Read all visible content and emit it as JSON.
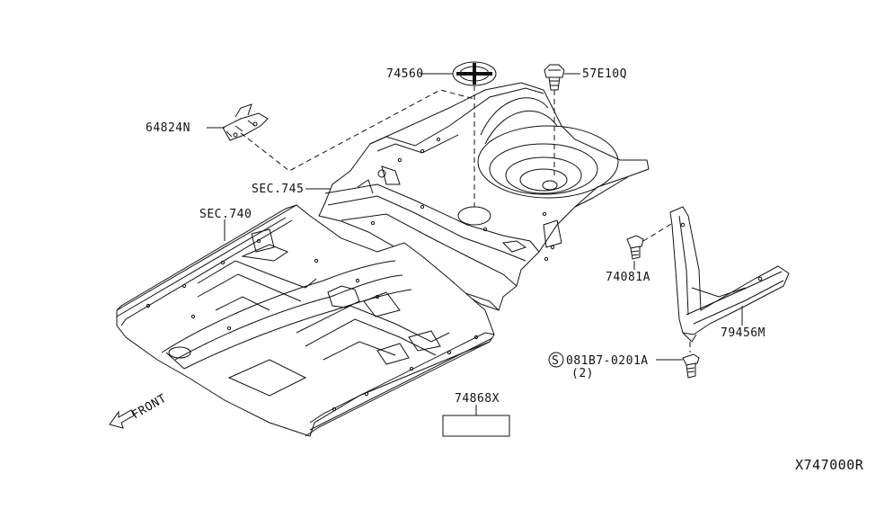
{
  "diagram": {
    "code": "X747000R",
    "front_label": "FRONT",
    "parts": {
      "mat_hole": "74560",
      "clip": "57E10Q",
      "bracket": "64824N",
      "sec_rear": "SEC.745",
      "sec_front": "SEC.740",
      "bolt": "74081A",
      "member": "79456M",
      "screw": "081B7-0201A",
      "screw_qty": "(2)",
      "screw_prefix": "S",
      "label_part": "74868X"
    }
  }
}
